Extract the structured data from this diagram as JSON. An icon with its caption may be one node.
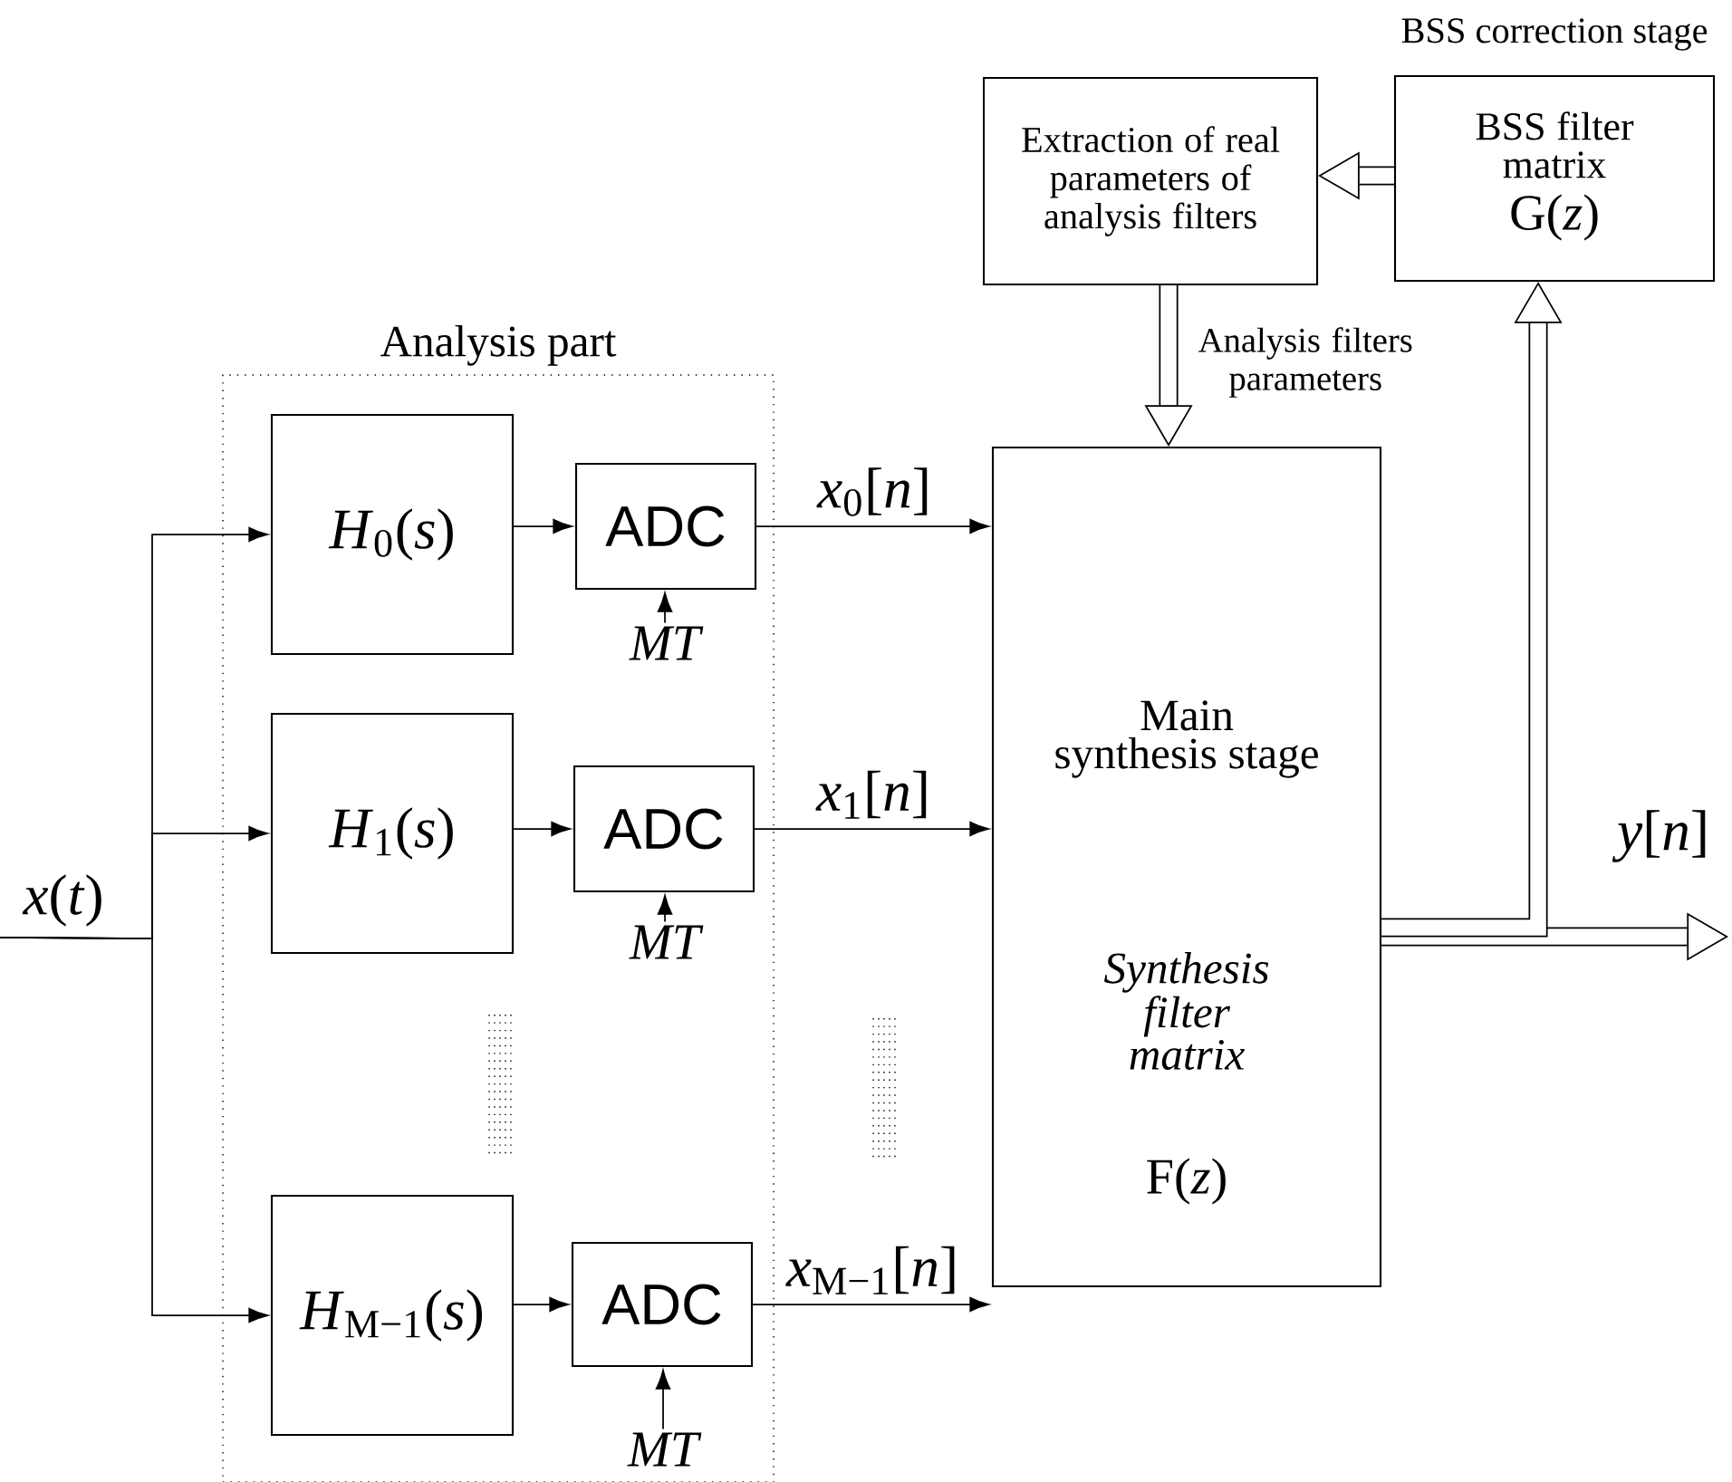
{
  "diagram": {
    "nodes": [
      {
        "text": [
          "Analysis part"
        ]
      },
      {
        "text": [
          "*H*$_{0}$(*s*)"
        ],
        "in": 0
      },
      {
        "text": [
          "ADC"
        ],
        "in": 0
      },
      {
        "text": [
          "MT"
        ],
        "in": 0
      },
      {
        "text": [
          "*H*$_{1}$(*s*)"
        ],
        "in": 0
      },
      {
        "text": [
          "ADC"
        ],
        "in": 0
      },
      {
        "text": [
          "MT"
        ],
        "in": 0
      },
      {
        "text": [
          "*H*$_{M−1}$(*s*)"
        ],
        "in": 0
      },
      {
        "text": [
          "ADC"
        ],
        "in": 0
      },
      {
        "text": [
          "MT"
        ],
        "in": 0
      },
      {
        "text": [
          "Main synthesis stage",
          "Synthesis filter matrix",
          "F(*z*)"
        ]
      },
      {
        "text": [
          "Extraction of real parameters of analysis filters"
        ]
      },
      {
        "text": [
          "BSS correction stage",
          "BSS filter matrix",
          "G(*z*)"
        ]
      },
      {
        "text": [
          "*x*(*t*)"
        ]
      }
    ],
    "edges": [
      {
        "from": 13,
        "to": 1,
        "arrow": "to"
      },
      {
        "from": 13,
        "to": 4,
        "arrow": "to"
      },
      {
        "from": 13,
        "to": 7,
        "arrow": "to"
      },
      {
        "from": 1,
        "to": 2,
        "arrow": "to"
      },
      {
        "from": 2,
        "to": 10,
        "arrow": "to",
        "label": "*x*$_{0}$[*n*]"
      },
      {
        "from": 3,
        "to": 2,
        "arrow": "to"
      },
      {
        "from": 4,
        "to": 5,
        "arrow": "to"
      },
      {
        "from": 5,
        "to": 10,
        "arrow": "to",
        "label": "*x*$_{1}$[*n*]"
      },
      {
        "from": 6,
        "to": 5,
        "arrow": "to"
      },
      {
        "from": 7,
        "to": 8,
        "arrow": "to"
      },
      {
        "from": 8,
        "to": 10,
        "arrow": "to",
        "label": "*x*$_{M−1}$[*n*]"
      },
      {
        "from": 9,
        "to": 8,
        "arrow": "to"
      },
      {
        "from": 12,
        "to": 11,
        "arrow": "to",
        "style": "thick"
      },
      {
        "from": 11,
        "to": 10,
        "arrow": "to",
        "style": "thick",
        "label": "Analysis filters parameters"
      },
      {
        "from": 10,
        "to": null,
        "arrow": "to",
        "style": "thick",
        "label": "*y*[*n*]"
      },
      {
        "from": 10,
        "to": 12,
        "arrow": "to",
        "style": "thick"
      }
    ]
  }
}
